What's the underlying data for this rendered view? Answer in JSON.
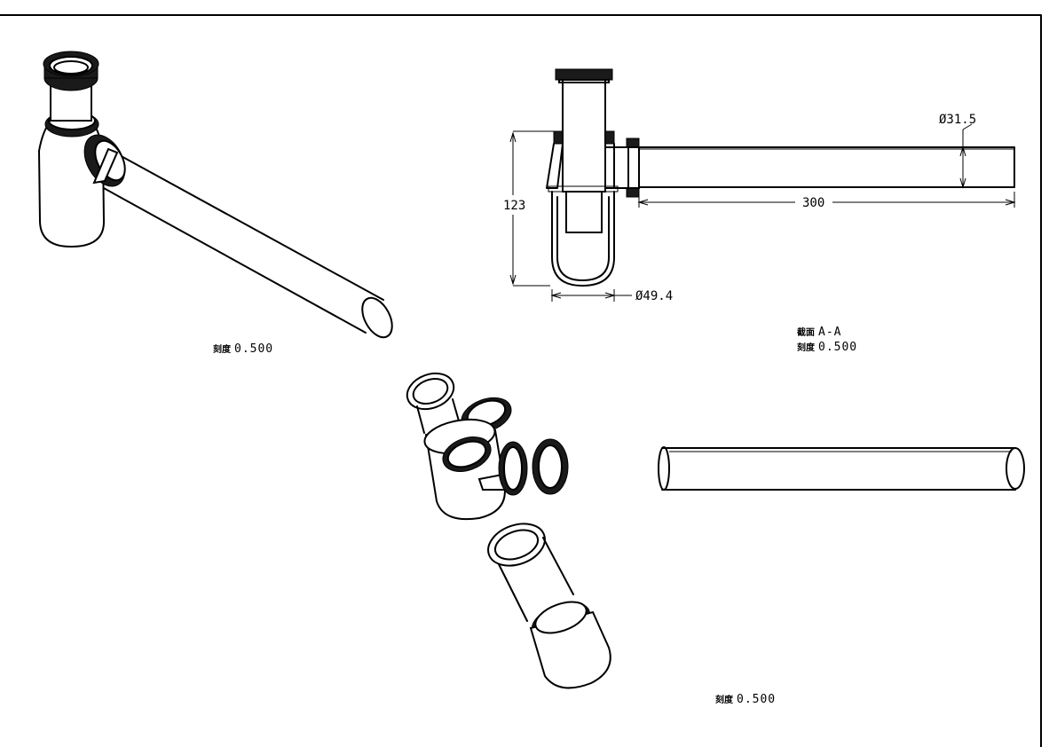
{
  "labels": {
    "iso_scale_prefix": "刻度",
    "iso_scale_value": "0.500",
    "section_prefix": "截面",
    "section_value": "A-A",
    "section_scale_prefix": "刻度",
    "section_scale_value": "0.500",
    "exploded_scale_prefix": "刻度",
    "exploded_scale_value": "0.500"
  },
  "dimensions": {
    "tube_diameter": "Ø31.5",
    "tube_length": "300",
    "height": "123",
    "body_diameter": "Ø49.4"
  }
}
